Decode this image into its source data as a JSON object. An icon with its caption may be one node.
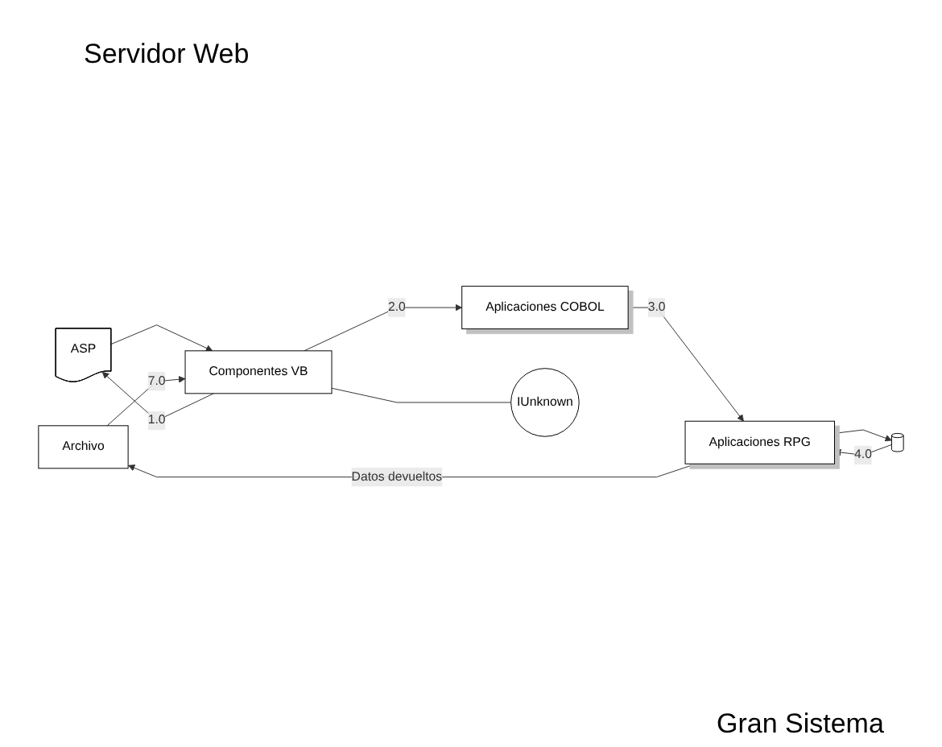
{
  "diagram": {
    "nodes": [
      {
        "text": [
          "Aplicaciones COBOL"
        ]
      },
      {
        "text": [
          "IUnknown"
        ]
      },
      {
        "text": [
          "ASP"
        ]
      },
      {
        "text": [
          "Componentes VB"
        ]
      },
      {
        "text": [
          "Aplicaciones RPG"
        ]
      },
      {
        "text": [
          "Archivo"
        ]
      },
      {
        "text": [],
        "shape": "cylinder"
      }
    ],
    "edges": [
      {
        "from": 3,
        "to": 2,
        "arrow": "to",
        "label": "1.0"
      },
      {
        "from": 2,
        "to": 3,
        "arrow": "to"
      },
      {
        "from": 3,
        "to": 1,
        "arrow": "none"
      },
      {
        "from": 3,
        "to": 0,
        "arrow": "to",
        "label": "2.0"
      },
      {
        "from": 0,
        "to": 4,
        "arrow": "to",
        "label": "3.0"
      },
      {
        "from": 4,
        "to": 6,
        "arrow": "to"
      },
      {
        "from": 6,
        "to": 4,
        "arrow": "to",
        "label": "4.0"
      },
      {
        "from": 5,
        "to": 4,
        "arrow": "both",
        "label": "Datos devueltos"
      },
      {
        "from": 5,
        "to": 3,
        "arrow": "to",
        "label": "7.0"
      }
    ],
    "labels": [
      "Servidor Web",
      "Gran Sistema"
    ]
  }
}
